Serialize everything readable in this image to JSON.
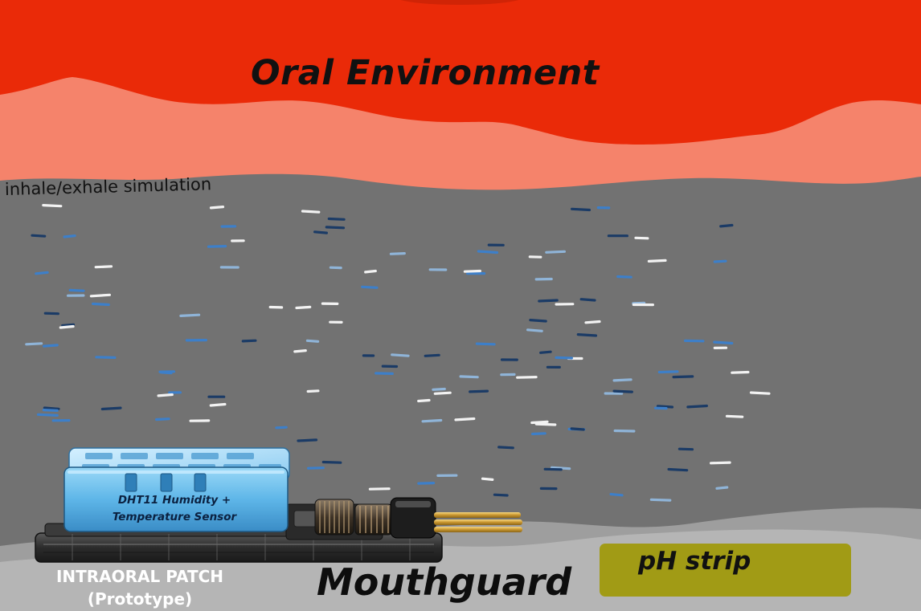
{
  "title": "Oral Environment",
  "simulation_label": "inhale/exhale simulation",
  "sensor": {
    "line1": "DHT11 Humidity +",
    "line2": "Temperature Sensor"
  },
  "patch": {
    "line1": "INTRAORAL PATCH",
    "line2": "(Prototype)"
  },
  "mouthguard_label": "Mouthguard",
  "ph_strip_label": "pH strip",
  "colors": {
    "tissue_dark": "#ea2a08",
    "tissue_light": "#f5836b",
    "background": "#727272",
    "mouthguard": "#b5b5b5",
    "sensor_blue": "#5eb6e8",
    "ph_strip": "#a19b15",
    "particle_white": "#f2f2f2",
    "particle_light_blue": "#8fb4d8",
    "particle_blue": "#3d7fc9",
    "particle_navy": "#1b3b66"
  }
}
